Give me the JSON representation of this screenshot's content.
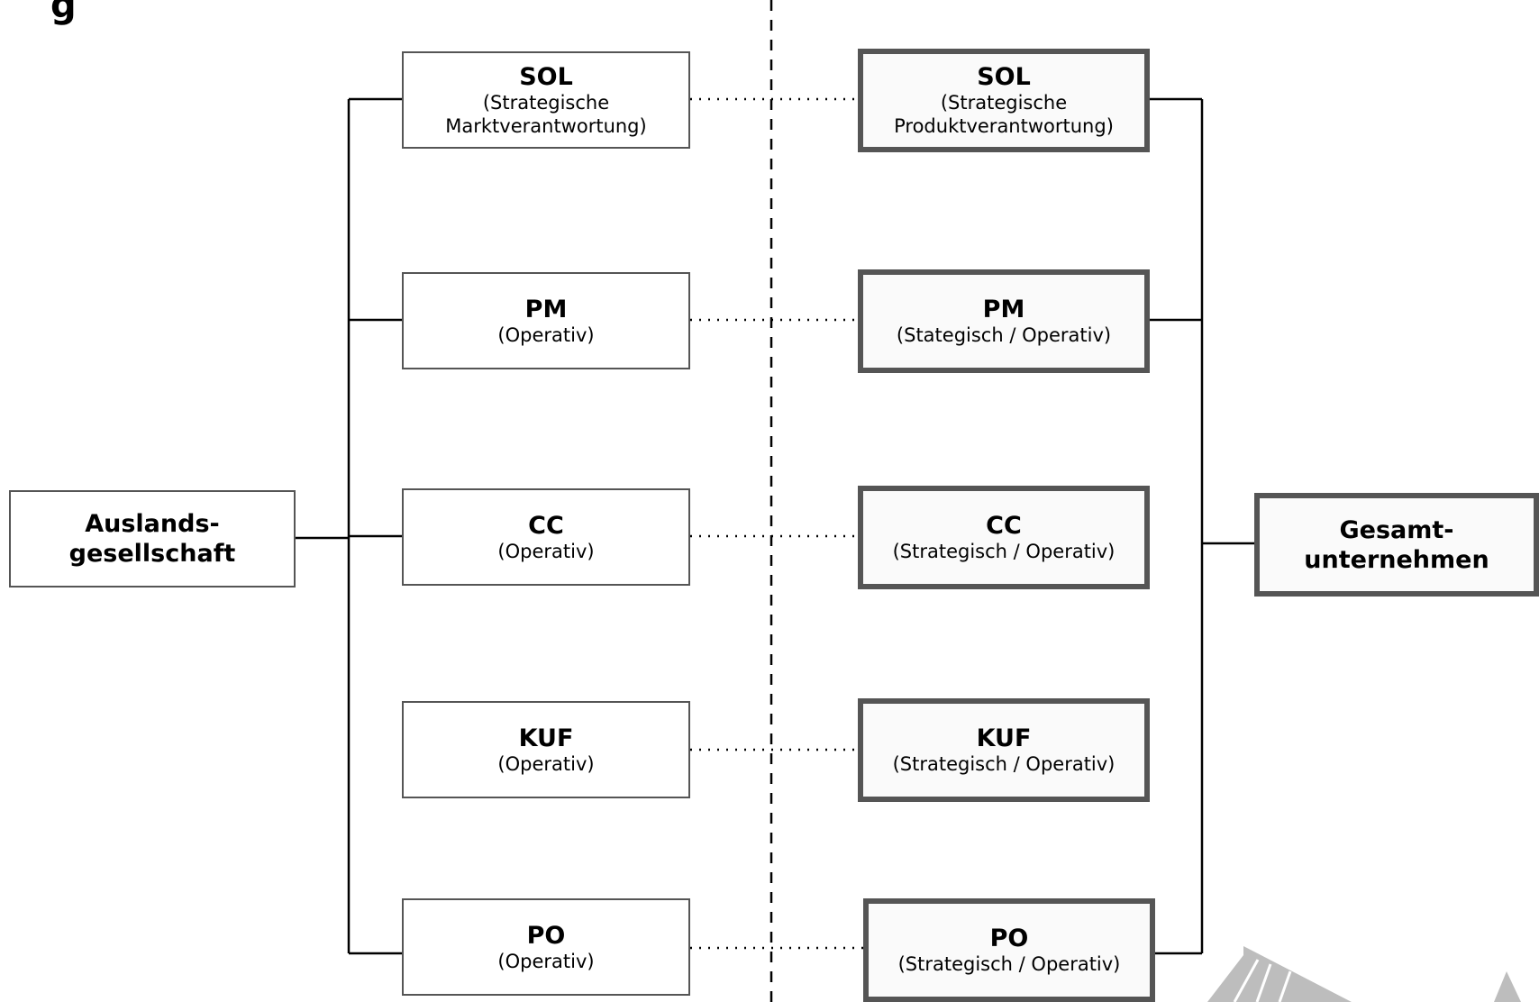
{
  "header_fragment": "g",
  "left_column": [
    {
      "title": "SOL",
      "subtitle": "(Strategische\nMarktverantwortung)"
    },
    {
      "title": "PM",
      "subtitle": "(Operativ)"
    },
    {
      "title": "CC",
      "subtitle": "(Operativ)"
    },
    {
      "title": "KUF",
      "subtitle": "(Operativ)"
    },
    {
      "title": "PO",
      "subtitle": "(Operativ)"
    }
  ],
  "right_column": [
    {
      "title": "SOL",
      "subtitle": "(Strategische\nProduktverantwortung)"
    },
    {
      "title": "PM",
      "subtitle": "(Stategisch / Operativ)"
    },
    {
      "title": "CC",
      "subtitle": "(Strategisch / Operativ)"
    },
    {
      "title": "KUF",
      "subtitle": "(Strategisch / Operativ)"
    },
    {
      "title": "PO",
      "subtitle": "(Strategisch / Operativ)"
    }
  ],
  "left_root": {
    "label": "Auslands-\ngesellschaft"
  },
  "right_root": {
    "label": "Gesamt-\nunternehmen"
  }
}
